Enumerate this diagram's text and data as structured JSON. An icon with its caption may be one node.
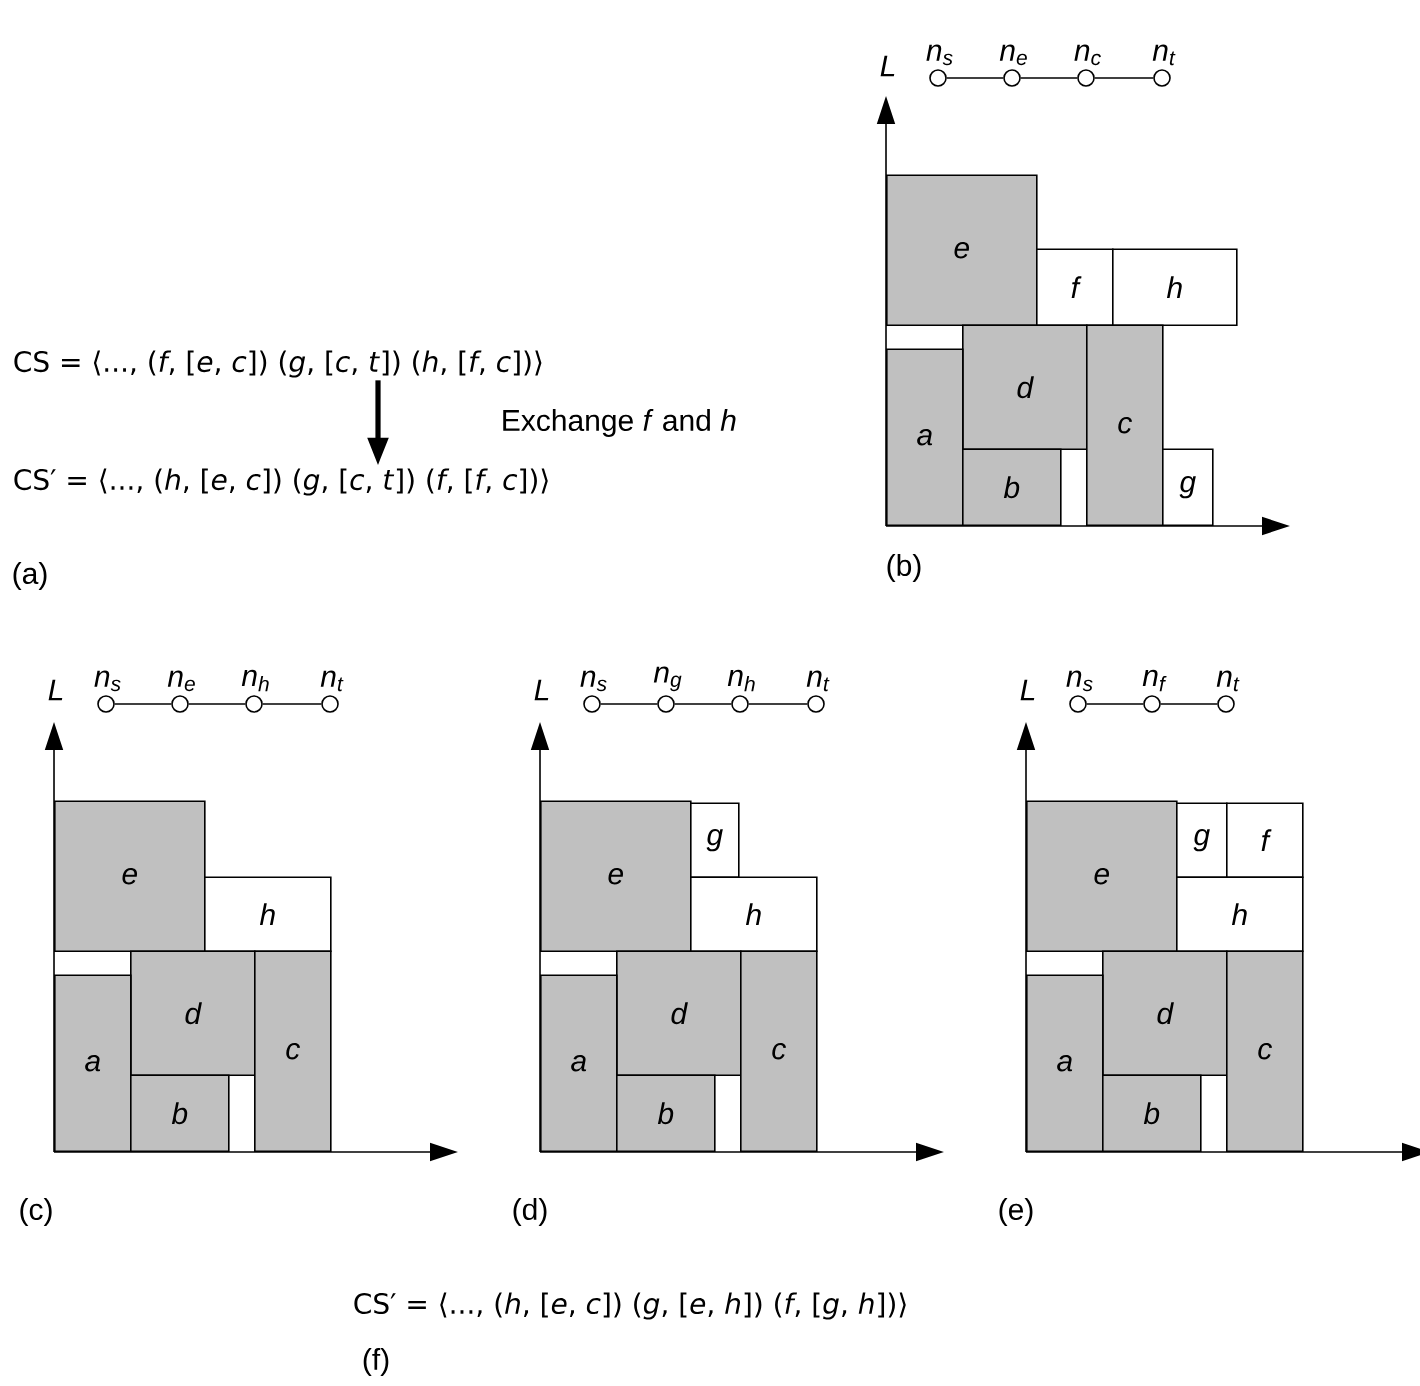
{
  "diagram": {
    "nodes": [
      {
        "text": [
          "CS = ⟨..., (*f*, [*e*, *c*]) (*g*, [*c*, *t*]) (*h*, [*f*, *c*])⟩"
        ]
      },
      {
        "text": [
          "CS′ = ⟨..., (*h*, [*e*, *c*]) (*g*, [*c*, *t*]) (*f*, [*f*, *c*])⟩"
        ]
      },
      {
        "text": [],
        "shape": "circle",
        "beside": [
          "n$_{s}$"
        ]
      },
      {
        "text": [],
        "shape": "circle",
        "beside": [
          "n$_{e}$"
        ]
      },
      {
        "text": [],
        "shape": "circle",
        "beside": [
          "n$_{c}$"
        ]
      },
      {
        "text": [],
        "shape": "circle",
        "beside": [
          "n$_{t}$"
        ]
      },
      {
        "text": [
          "e"
        ]
      },
      {
        "text": [
          "f"
        ]
      },
      {
        "text": [
          "h"
        ]
      },
      {
        "text": [
          "d"
        ]
      },
      {
        "text": [
          "a"
        ]
      },
      {
        "text": [
          "c"
        ]
      },
      {
        "text": [
          "b"
        ]
      },
      {
        "text": [
          "g"
        ]
      },
      {
        "text": [],
        "shape": "circle",
        "beside": [
          "n$_{s}$"
        ]
      },
      {
        "text": [],
        "shape": "circle",
        "beside": [
          "n$_{e}$"
        ]
      },
      {
        "text": [],
        "shape": "circle",
        "beside": [
          "n$_{h}$"
        ]
      },
      {
        "text": [],
        "shape": "circle",
        "beside": [
          "n$_{t}$"
        ]
      },
      {
        "text": [
          "e"
        ]
      },
      {
        "text": [
          "h"
        ]
      },
      {
        "text": [
          "d"
        ]
      },
      {
        "text": [
          "a"
        ]
      },
      {
        "text": [
          "c"
        ]
      },
      {
        "text": [
          "b"
        ]
      },
      {
        "text": [],
        "shape": "circle",
        "beside": [
          "n$_{s}$"
        ]
      },
      {
        "text": [],
        "shape": "circle",
        "beside": [
          "n$_{g}$"
        ]
      },
      {
        "text": [],
        "shape": "circle",
        "beside": [
          "n$_{h}$"
        ]
      },
      {
        "text": [],
        "shape": "circle",
        "beside": [
          "n$_{t}$"
        ]
      },
      {
        "text": [
          "e"
        ]
      },
      {
        "text": [
          "g"
        ]
      },
      {
        "text": [
          "h"
        ]
      },
      {
        "text": [
          "d"
        ]
      },
      {
        "text": [
          "a"
        ]
      },
      {
        "text": [
          "c"
        ]
      },
      {
        "text": [
          "b"
        ]
      },
      {
        "text": [],
        "shape": "circle",
        "beside": [
          "n$_{s}$"
        ]
      },
      {
        "text": [],
        "shape": "circle",
        "beside": [
          "n$_{f}$"
        ]
      },
      {
        "text": [],
        "shape": "circle",
        "beside": [
          "n$_{t}$"
        ]
      },
      {
        "text": [
          "e"
        ]
      },
      {
        "text": [
          "g"
        ]
      },
      {
        "text": [
          "f"
        ]
      },
      {
        "text": [
          "h"
        ]
      },
      {
        "text": [
          "d"
        ]
      },
      {
        "text": [
          "a"
        ]
      },
      {
        "text": [
          "c"
        ]
      },
      {
        "text": [
          "b"
        ]
      }
    ],
    "edges": [
      {
        "from": 0,
        "to": 1,
        "arrow": "to",
        "style": "thick",
        "label": "Exchange *f* and *h*"
      },
      {
        "from": 2,
        "to": 3,
        "arrow": "none"
      },
      {
        "from": 3,
        "to": 4,
        "arrow": "none"
      },
      {
        "from": 4,
        "to": 5,
        "arrow": "none"
      },
      {
        "from": 14,
        "to": 15,
        "arrow": "none"
      },
      {
        "from": 15,
        "to": 16,
        "arrow": "none"
      },
      {
        "from": 16,
        "to": 17,
        "arrow": "none"
      },
      {
        "from": 24,
        "to": 25,
        "arrow": "none"
      },
      {
        "from": 25,
        "to": 26,
        "arrow": "none"
      },
      {
        "from": 26,
        "to": 27,
        "arrow": "none"
      },
      {
        "from": 35,
        "to": 36,
        "arrow": "none"
      },
      {
        "from": 36,
        "to": 37,
        "arrow": "none"
      }
    ],
    "labels": [
      "L",
      "(a)",
      "(b)",
      "L",
      "L",
      "L",
      "(c)",
      "(d)",
      "(e)",
      "CS′ = ⟨..., (*h*, [*e*, *c*]) (*g*, [*e*, *h*]) (*f*, [*g*, *h*])⟩",
      "(f)"
    ]
  }
}
